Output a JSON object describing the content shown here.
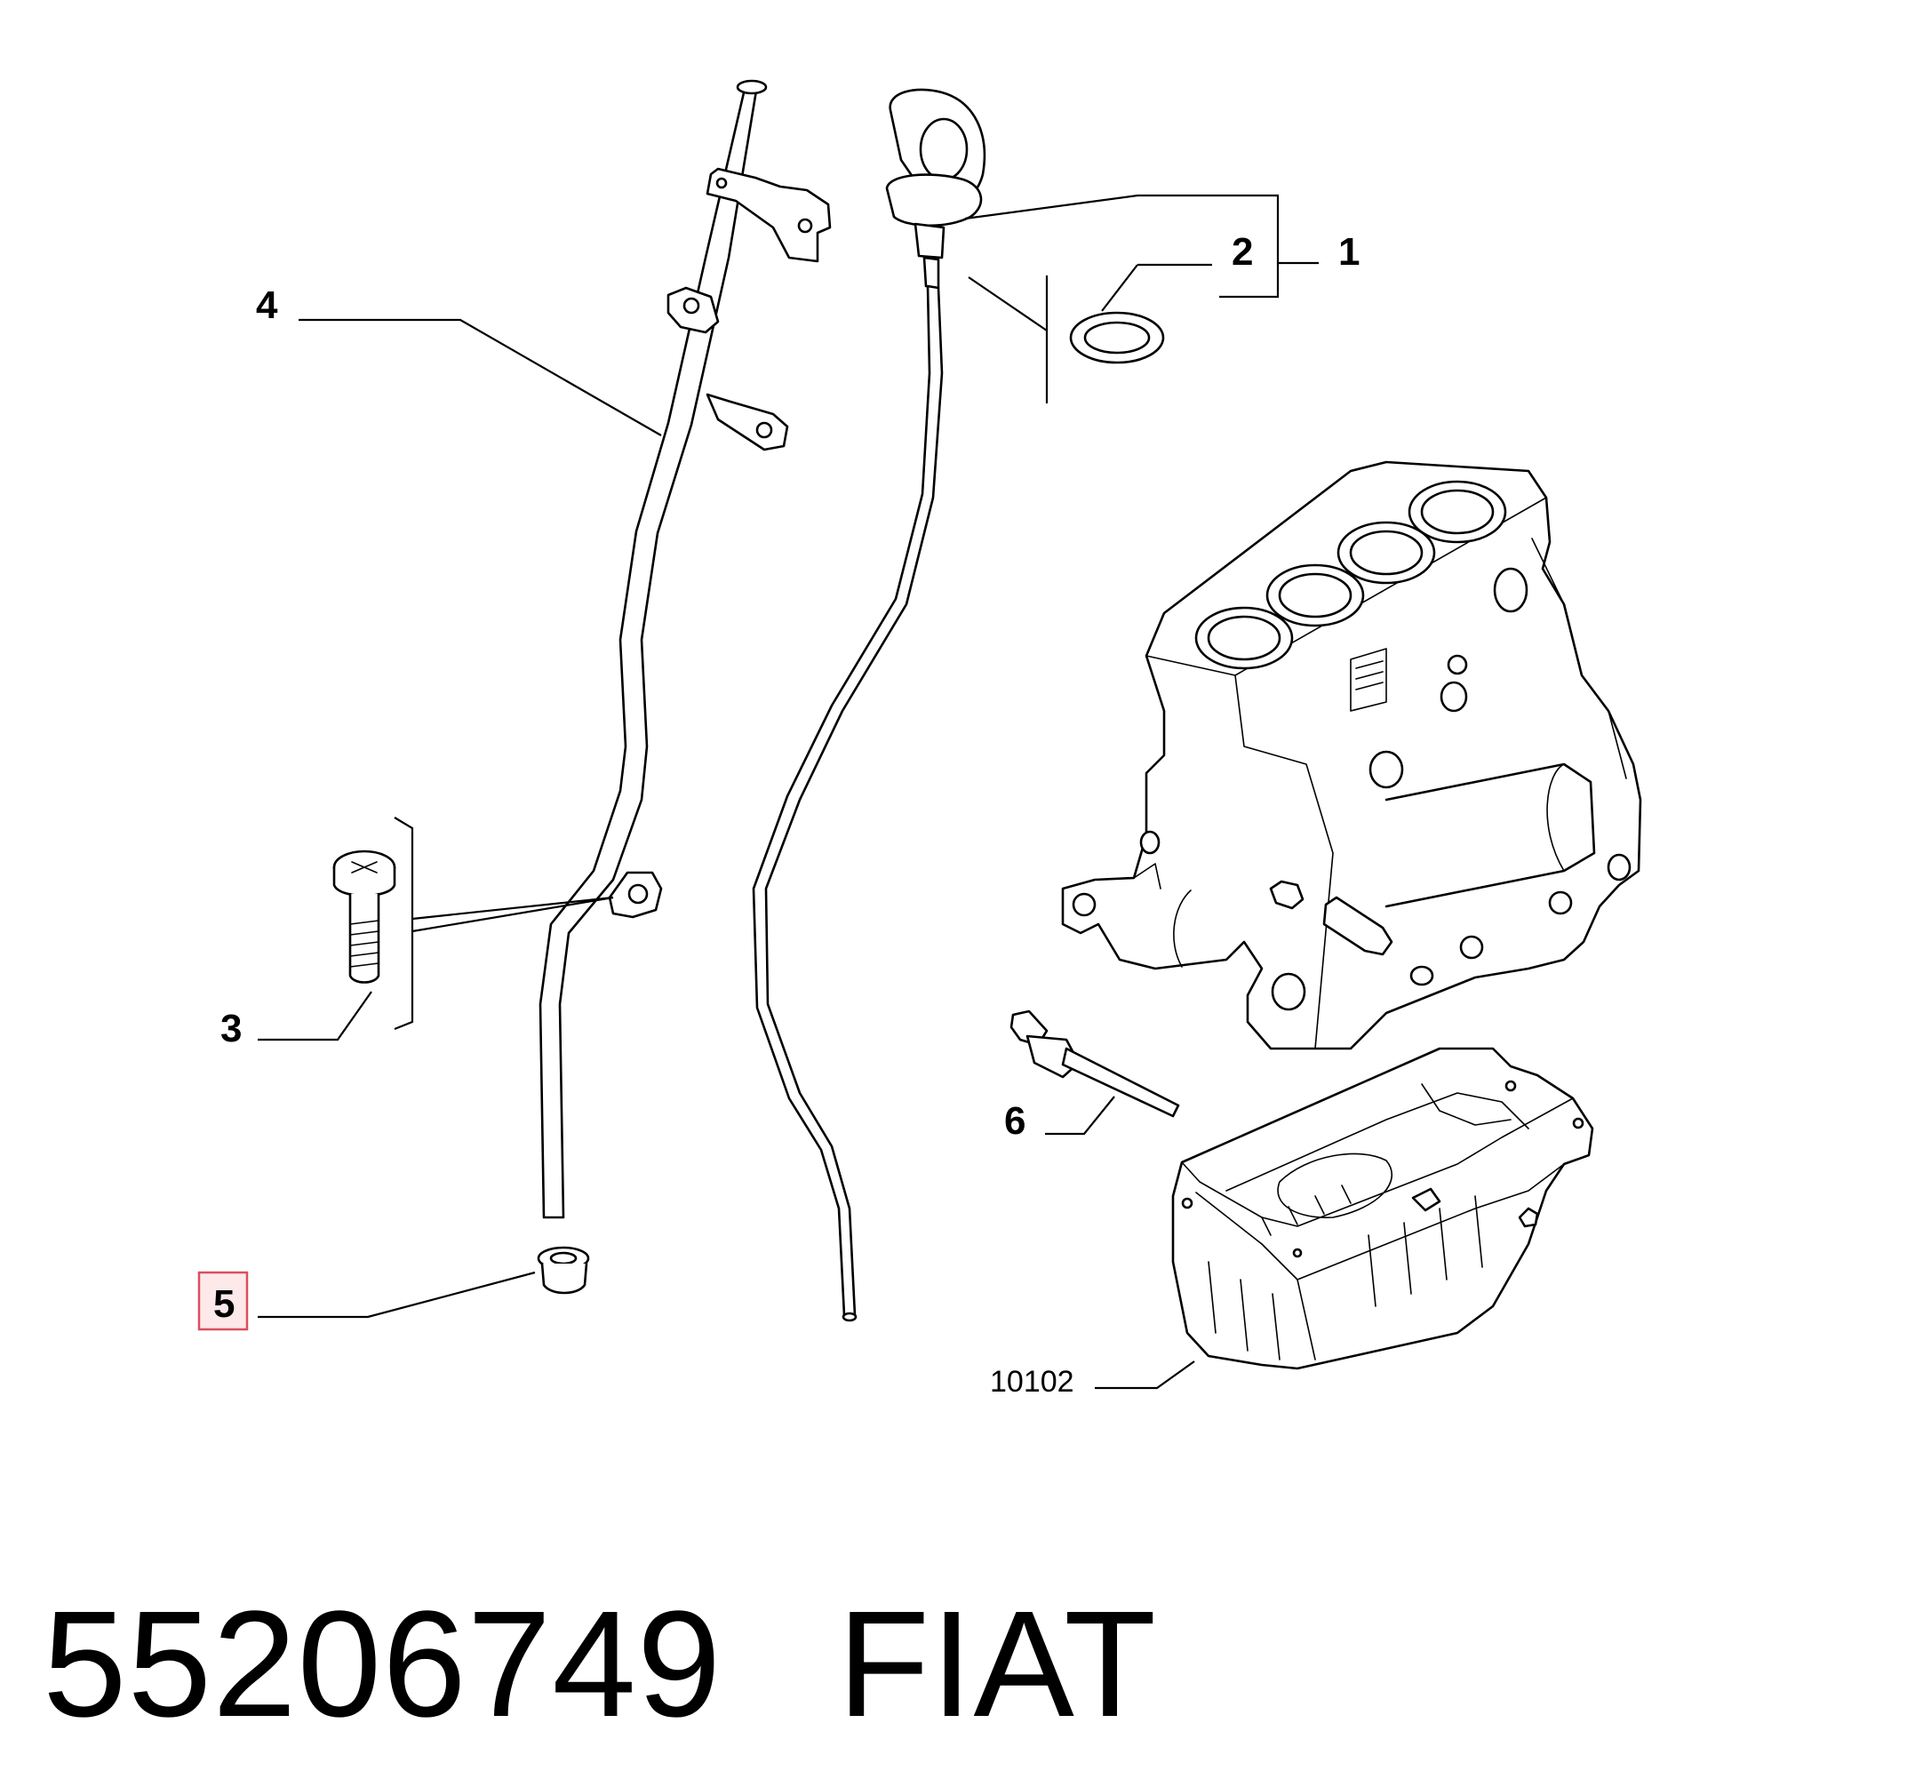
{
  "diagram": {
    "callouts": [
      {
        "id": "1",
        "label": "1"
      },
      {
        "id": "2",
        "label": "2"
      },
      {
        "id": "3",
        "label": "3"
      },
      {
        "id": "4",
        "label": "4"
      },
      {
        "id": "5",
        "label": "5",
        "highlighted": true
      },
      {
        "id": "6",
        "label": "6"
      },
      {
        "id": "10102",
        "label": "10102"
      }
    ],
    "highlight_color": "#d8505c"
  },
  "footer": {
    "part_number": "55206749",
    "brand": "FIAT"
  }
}
